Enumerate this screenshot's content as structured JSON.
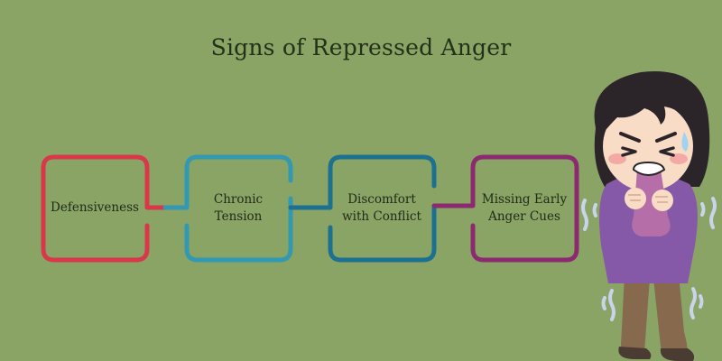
{
  "title": "Signs of Repressed Anger",
  "steps": [
    {
      "lines": [
        "Defensiveness"
      ],
      "color": "#d8384a"
    },
    {
      "lines": [
        "Chronic",
        "Tension"
      ],
      "color": "#3399b2"
    },
    {
      "lines": [
        "Discomfort",
        "with Conflict"
      ],
      "color": "#1d7190"
    },
    {
      "lines": [
        "Missing Early",
        "Anger Cues"
      ],
      "color": "#8c2a70"
    }
  ],
  "illustration": {
    "icon": "upset-woman-biting-cloth-icon"
  }
}
